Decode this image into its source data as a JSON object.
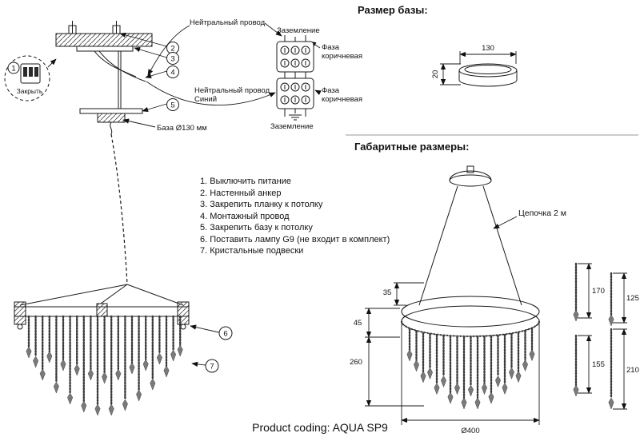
{
  "headings": {
    "base_size": "Размер базы:",
    "overall_size": "Габаритные размеры:"
  },
  "footer": {
    "product_coding": "Product coding: AQUA SP9"
  },
  "instructions": [
    "1. Выключить питание",
    "2. Настенный анкер",
    "3. Закрепить планку к потолку",
    "4. Монтажный провод",
    "5. Закрепить базу к потолку",
    "6. Поставить лампу G9 (не входит в комплект)",
    "7. Кристальные подвески"
  ],
  "wiring": {
    "neutral_top": "Нейтральный провод",
    "ground_top": "Заземление",
    "phase_top": "Фаза коричневая",
    "neutral_bottom": "Нейтральный провод",
    "neutral_bottom_color": "Синий",
    "phase_bottom": "Фаза коричневая",
    "ground_bottom": "Заземление"
  },
  "callouts": {
    "c1": "1",
    "c1_label": "Закрыть",
    "c2": "2",
    "c3": "3",
    "c4": "4",
    "c5": "5",
    "c6": "6",
    "c7": "7"
  },
  "labels": {
    "base": "База Ø130 мм",
    "chain": "Цепочка 2 м"
  },
  "dimensions": {
    "base_width": "130",
    "base_height": "20",
    "hang_offset": "35",
    "ring_height": "45",
    "strand_drop": "260",
    "ring_diameter": "Ø400",
    "strand_1": "170",
    "strand_2": "125",
    "strand_3": "155",
    "strand_4": "210"
  }
}
